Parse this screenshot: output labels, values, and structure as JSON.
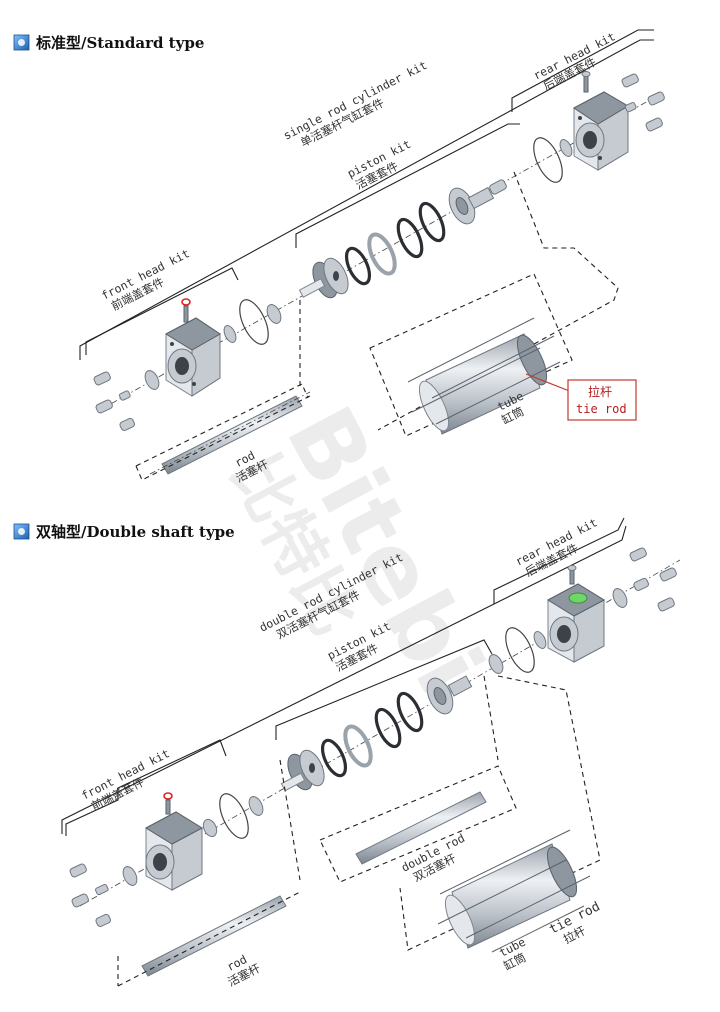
{
  "sections": {
    "standard": {
      "title": "标准型/Standard type"
    },
    "double": {
      "title": "双轴型/Double shaft type"
    }
  },
  "labels": {
    "standard": {
      "rear_head_en": "rear head kit",
      "rear_head_cn": "后端盖套件",
      "cylinder_en": "single rod cylinder kit",
      "cylinder_cn": "单活塞杆气缸套件",
      "piston_en": "piston kit",
      "piston_cn": "活塞套件",
      "front_head_en": "front head kit",
      "front_head_cn": "前端盖套件",
      "tie_rod_cn": "拉杆",
      "tie_rod_en": "tie rod",
      "tube_en": "tube",
      "tube_cn": "缸筒",
      "rod_en": "rod",
      "rod_cn": "活塞杆"
    },
    "double": {
      "rear_head_en": "rear head kit",
      "rear_head_cn": "后端盖套件",
      "cylinder_en": "double rod cylinder kit",
      "cylinder_cn": "双活塞杆气缸套件",
      "piston_en": "piston kit",
      "piston_cn": "活塞套件",
      "front_head_en": "front head kit",
      "front_head_cn": "前端盖套件",
      "double_rod_en": "double rod",
      "double_rod_cn": "双活塞杆",
      "tie_rod_en": "tie rod",
      "tie_rod_cn": "拉杆",
      "tube_en": "tube",
      "tube_cn": "缸筒",
      "rod_en": "rod",
      "rod_cn": "活塞杆"
    }
  },
  "watermark": {
    "latin": "Bitebi",
    "cn": "比特比"
  },
  "colors": {
    "header_icon": "#2a7fd4",
    "highlight": "#c0392b",
    "port": "#6fd66a"
  }
}
